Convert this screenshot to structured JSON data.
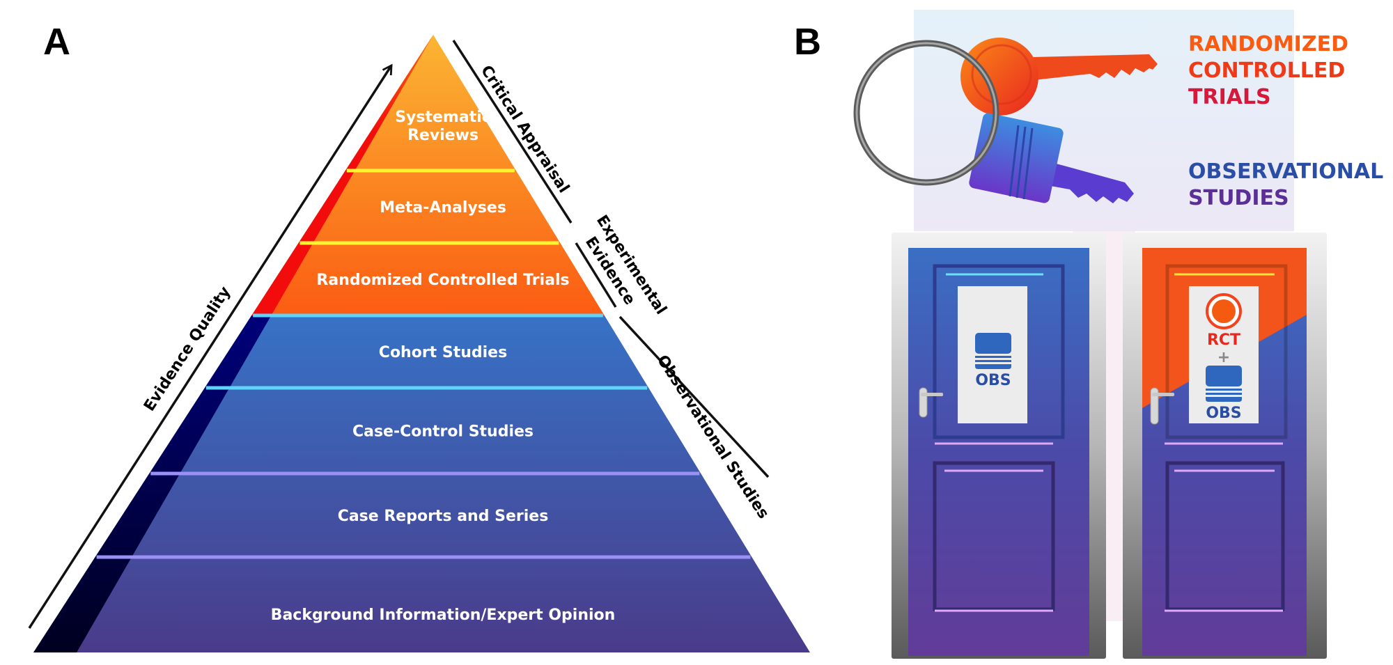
{
  "panel_a": {
    "letter": "A",
    "tiers": [
      {
        "label_lines": [
          "Systematic",
          "Reviews"
        ],
        "group": "experimental"
      },
      {
        "label_lines": [
          "Meta-Analyses"
        ],
        "group": "experimental"
      },
      {
        "label_lines": [
          "Randomized Controlled Trials"
        ],
        "group": "experimental"
      },
      {
        "label_lines": [
          "Cohort Studies"
        ],
        "group": "observational"
      },
      {
        "label_lines": [
          "Case-Control Studies"
        ],
        "group": "observational"
      },
      {
        "label_lines": [
          "Case Reports and Series"
        ],
        "group": "observational"
      },
      {
        "label_lines": [
          "Background Information/Expert Opinion"
        ],
        "group": "observational"
      }
    ],
    "axis_label": "Evidence Quality",
    "side_labels": {
      "critical_appraisal": "Critical Appraisal",
      "experimental_line1": "Experimental",
      "experimental_line2": "Evidence",
      "observational": "Observational Studies"
    },
    "colors": {
      "orange_top": "#fbb533",
      "orange_bottom": "#fb5c12",
      "red_edge": "#f20c0c",
      "blue_top": "#3772c6",
      "purple_bottom": "#4a3b8a",
      "navy_edge": "#000060",
      "yellow_sep": "#fef432",
      "cyan_sep": "#5fd4fb",
      "violet_sep": "#9a90f5"
    }
  },
  "panel_b": {
    "letter": "B",
    "keys": {
      "rct_lines": [
        "RANDOMIZED",
        "CONTROLLED",
        "TRIALS"
      ],
      "obs_lines": [
        "OBSERVATIONAL",
        "STUDIES"
      ]
    },
    "doors": {
      "left_sign": {
        "text": "OBS"
      },
      "right_sign": {
        "top_text": "RCT",
        "plus": "+",
        "bottom_text": "OBS"
      }
    },
    "colors": {
      "rct": "#f4421c",
      "obs": "#2a4ea6",
      "obs_purple": "#5a2f96"
    }
  }
}
